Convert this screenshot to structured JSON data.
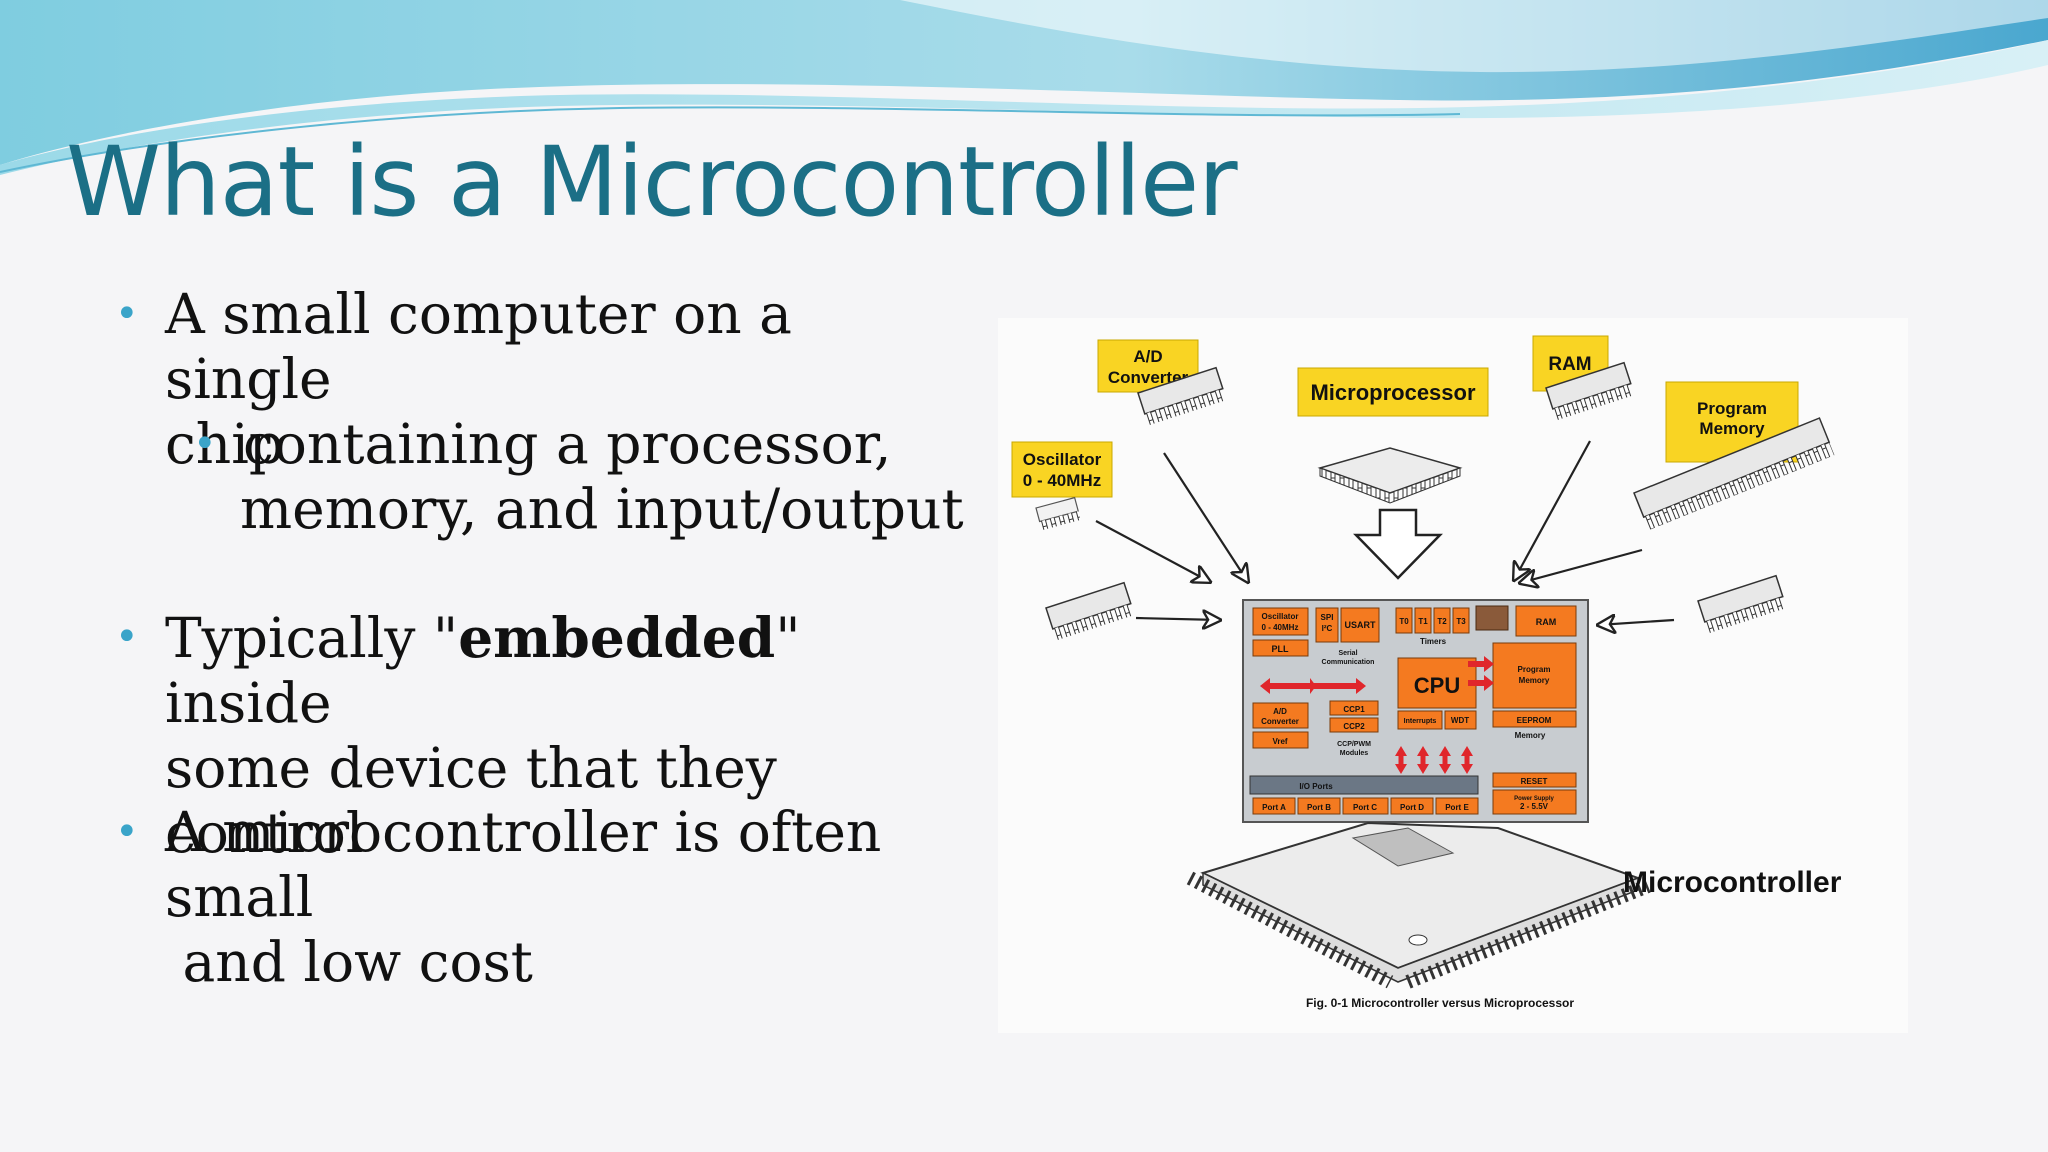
{
  "slide": {
    "title": "What is a Microcontroller",
    "bullets": [
      {
        "line1": "A small computer on a single",
        "line2": "chip"
      },
      {
        "sub_line1": "containing a processor,",
        "sub_line2": "memory, and input/output"
      },
      {
        "pre": "Typically \"",
        "bold": "embedded",
        "post": "\" inside",
        "line2": "some device that they control"
      },
      {
        "line1": "A microcontroller  is often",
        "line2": "small",
        "line3": " and low cost"
      }
    ]
  },
  "figure": {
    "labels": {
      "ad": [
        "A/D",
        "Converter"
      ],
      "microprocessor": "Microprocessor",
      "ram": "RAM",
      "program_memory": [
        "Program",
        "Memory"
      ],
      "oscillator": [
        "Oscillator",
        "0 - 40MHz"
      ],
      "microcontroller": "Microcontroller",
      "caption": "Fig. 0-1 Microcontroller versus Microprocessor"
    },
    "chip": {
      "osc": [
        "Oscillator",
        "0 - 40MHz"
      ],
      "pll": "PLL",
      "spi": [
        "SPI",
        "I²C"
      ],
      "usart": "USART",
      "serial": [
        "Serial",
        "Communication"
      ],
      "timers": [
        "T0",
        "T1",
        "T2",
        "T3"
      ],
      "timers_label": "Timers",
      "ram": "RAM",
      "cpu": "CPU",
      "program_memory": [
        "Program",
        "Memory"
      ],
      "ad": [
        "A/D",
        "Converter"
      ],
      "vref": "Vref",
      "ccp1": "CCP1",
      "ccp2": "CCP2",
      "ccp_mod": [
        "CCP/PWM",
        "Modules"
      ],
      "interrupts": "Interrupts",
      "wdt": "WDT",
      "eeprom": "EEPROM",
      "memory": "Memory",
      "io_ports": "I/O Ports",
      "reset": "RESET",
      "power": [
        "Power Supply",
        "2 - 5.5V"
      ],
      "ports": [
        "Port A",
        "Port B",
        "Port C",
        "Port D",
        "Port E"
      ]
    },
    "colors": {
      "label_yellow": "#f9d423",
      "block_orange": "#f47a20",
      "arrow_red": "#e0262b",
      "board_gray": "#c8ccd0"
    }
  }
}
